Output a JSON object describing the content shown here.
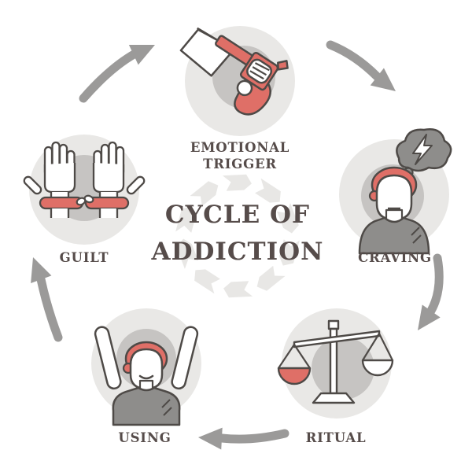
{
  "title": {
    "line1": "CYCLE OF",
    "line2": "ADDICTION"
  },
  "diagram": {
    "type": "cycle-diagram",
    "direction": "clockwise",
    "stages": [
      {
        "label": "EMOTIONAL TRIGGER",
        "label_lines": [
          "EMOTIONAL",
          "TRIGGER"
        ],
        "icon": "revolver-with-white-flag-icon",
        "position": "top"
      },
      {
        "label": "CRAVING",
        "icon": "person-with-lightning-thought-bubble-icon",
        "position": "right"
      },
      {
        "label": "RITUAL",
        "icon": "balance-scale-icon",
        "position": "bottom-right"
      },
      {
        "label": "USING",
        "icon": "person-arms-raised-icon",
        "position": "bottom-left"
      },
      {
        "label": "GUILT",
        "icon": "handcuffed-hands-icon",
        "position": "left"
      }
    ],
    "arrows": [
      "guilt-to-emotional-trigger",
      "emotional-trigger-to-craving",
      "craving-to-ritual",
      "ritual-to-using",
      "using-to-guilt"
    ]
  },
  "colors": {
    "accent_red": "#df6f67",
    "outline_dark": "#4e4a47",
    "arrow_gray": "#9b9a99",
    "circle_light_gray": "#e9e8e6",
    "circle_inner_gray": "#c6c4c2",
    "shirt_gray": "#8e8d8b",
    "ring_gray": "#e8e7e5",
    "text_color": "#564c4a",
    "background": "#ffffff"
  }
}
